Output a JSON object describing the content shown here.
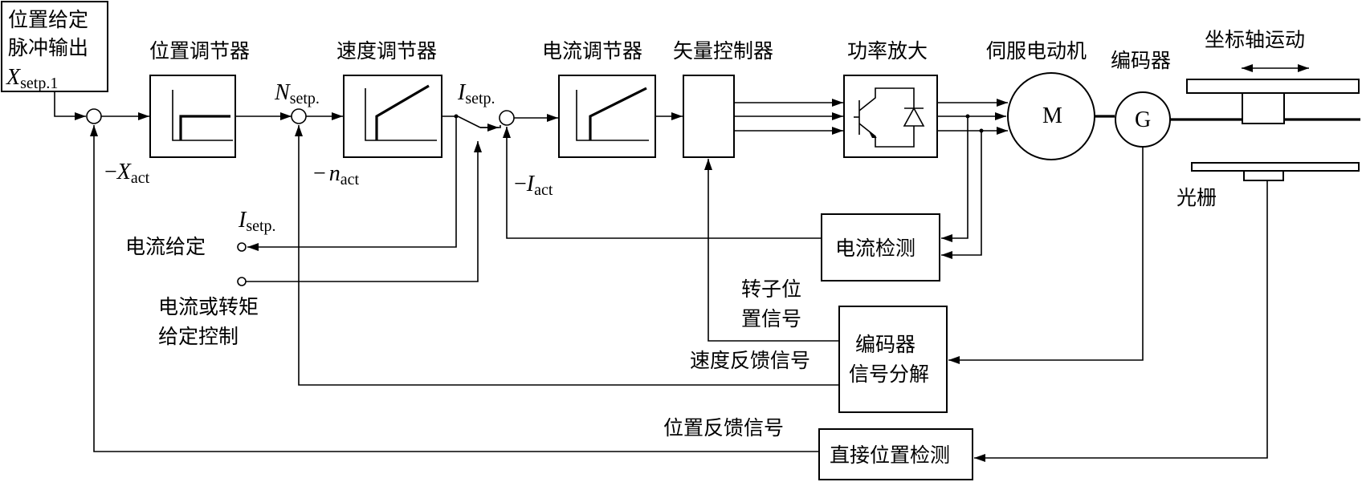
{
  "labels": {
    "pos_setpoint": [
      "位置给定",
      "脉冲输出"
    ],
    "pos_regulator": "位置调节器",
    "speed_regulator": "速度调节器",
    "current_regulator": "电流调节器",
    "vector_controller": "矢量控制器",
    "power_amp": "功率放大",
    "servo_motor": "伺服电动机",
    "encoder": "编码器",
    "axis_motion": "坐标轴运动",
    "grating": "光栅",
    "current_detect": "电流检测",
    "encoder_decode": [
      "编码器",
      "信号分解"
    ],
    "direct_pos_detect": "直接位置检测",
    "current_setpoint": "电流给定",
    "current_torque_ctrl": [
      "电流或转矩",
      "给定控制"
    ],
    "rotor_pos_signal": [
      "转子位",
      "置信号"
    ],
    "speed_feedback": "速度反馈信号",
    "pos_feedback": "位置反馈信号"
  },
  "symbols": {
    "x_setp": {
      "main": "X",
      "sub": "setp.1"
    },
    "x_act": {
      "sign": "−",
      "main": "X",
      "sub": "act"
    },
    "n_setp": {
      "main": "N",
      "sub": "setp."
    },
    "n_act": {
      "sign": "−",
      "main": "n",
      "sub": "act"
    },
    "i_setp": {
      "main": "I",
      "sub": "setp."
    },
    "i_act": {
      "sign": "−",
      "main": "I",
      "sub": "act"
    },
    "i_setp2": {
      "main": "I",
      "sub": "setp."
    },
    "motor_letter": "M",
    "encoder_letter": "G"
  }
}
